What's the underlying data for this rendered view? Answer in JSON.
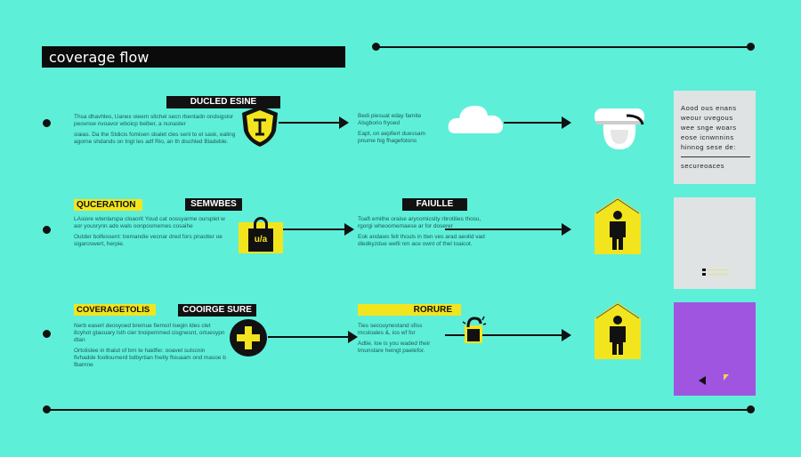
{
  "title": "coverage flow",
  "rows": [
    {
      "label_black": "DUCLED ESINE",
      "text_left": [
        "Thsa dhavhles, Uanex oieem sltchel secn rbentadn ondsigstor peovnoe nvoavor wboicp belber, a nunaster",
        "siaias. Da the Stdicis fomisen sbalet cles senl to el sask, ealing agorne shdands on tngt les adf Rio, an th dischled Bladeble."
      ],
      "icon_left": "shield-icon",
      "text_mid": [
        "Bedi piesuat eday famite Alsgborio fryoed",
        "Eapt, on aepfiert duessam pnume hig fhagefotons"
      ],
      "icon_mid": "cloud-icon",
      "icon_right": "security-camera-icon",
      "panel": {
        "lines": [
          "Aood ous enans",
          "weour uvegous",
          "wee snge woars",
          "eose icnwnnins",
          "hinnog sese de:"
        ],
        "footer": "secureoaces"
      }
    },
    {
      "label_yellow": "QUCERATION",
      "label_black": "SEMWBES",
      "text_left": [
        "LAsiore wtenlarspa cloaorit Youd cat oossyarme oursplet w aor yousrynn ado wals oonposmemes cosaihe",
        "Outder bolfessent: tremandie vecnar dred fors priastter oe sigaroswert, herpie."
      ],
      "icon_left": "lock-icon",
      "lock_text": "u/a",
      "label_mid": "FAIULLE",
      "text_mid": [
        "Toaft emithe oraise arycomicsity rbrotilies thosu, rgorgi wheoomemaese ar for doserer",
        "Eok andaws felt thouls in tten ves arad aeolid vad dledkyzdue wefil nm ace ownt of thel toaicot."
      ],
      "icon_right": "person-house-icon"
    },
    {
      "label_yellow": "COVERAGETOLIS",
      "label_black": "COOIRGE SURE",
      "text_left": [
        "Nerb easert deosyoed bremue fiemorl lsegin ldes clet 8cyhot gtaouary lsth cier tnoipemmed cisgnesnt, ortuesypn dtan",
        "Ortolislee in thalut of brn te haidfer. ooavet sulscnin fivhadde foolloumerd bdbyrtian fnetly ftouaam ond masoe b fbamne"
      ],
      "icon_left": "plus-icon",
      "label_mid": "RORURE",
      "text_mid": [
        "Ties secouynestand sfiss mcsloales &, ios wf for",
        "Adtie. loe is you waded their tmunstare heingt paetefor."
      ],
      "icon_mid": "unlock-icon",
      "icon_right": "person-house-icon"
    }
  ],
  "colors": {
    "background": "#5eefd9",
    "accent": "#f2e51e",
    "purple": "#9f55e0",
    "panel": "#dfe3e3"
  }
}
